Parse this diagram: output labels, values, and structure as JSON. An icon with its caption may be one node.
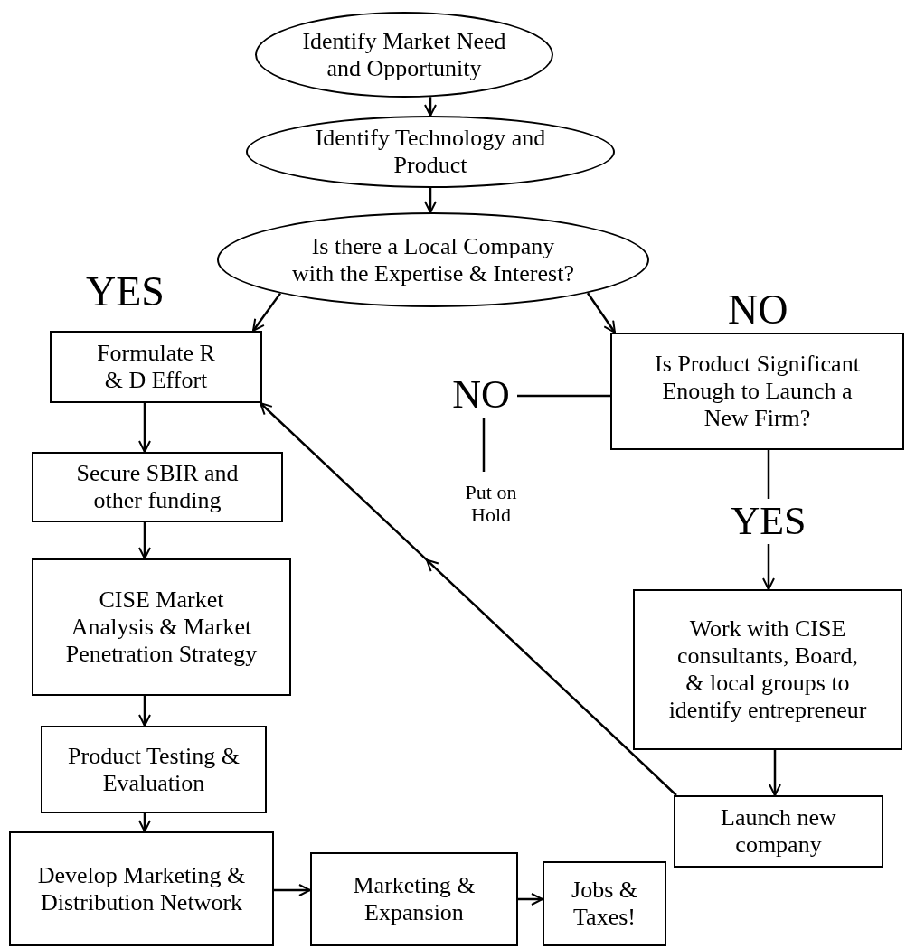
{
  "diagram": {
    "nodes": [
      {
        "text": [
          "Identify Market Need and Opportunity"
        ]
      },
      {
        "text": [
          "Identify Technology and Product"
        ]
      },
      {
        "text": [
          "Is there a Local Company with the Expertise & Interest?"
        ]
      },
      {
        "text": [
          "Formulate R & D Effort"
        ]
      },
      {
        "text": [
          "Is Product Significant Enough to Launch a New Firm?"
        ]
      },
      {
        "text": [
          "NO"
        ]
      },
      {
        "text": [
          "Put on Hold"
        ]
      },
      {
        "text": [
          "YES"
        ]
      },
      {
        "text": [
          "Work with CISE consultants, Board, & local groups to identify entrepreneur"
        ]
      },
      {
        "text": [
          "Launch new company"
        ]
      },
      {
        "text": [
          "Secure SBIR and other funding"
        ]
      },
      {
        "text": [
          "CISE Market Analysis & Market Penetration Strategy"
        ]
      },
      {
        "text": [
          "Product Testing & Evaluation"
        ]
      },
      {
        "text": [
          "Develop Marketing & Distribution Network"
        ]
      },
      {
        "text": [
          "Marketing & Expansion"
        ]
      },
      {
        "text": [
          "Jobs & Taxes!"
        ]
      }
    ],
    "edges": [
      {
        "from": 0,
        "to": 1,
        "arrow": "to"
      },
      {
        "from": 1,
        "to": 2,
        "arrow": "to"
      },
      {
        "from": 2,
        "to": 3,
        "arrow": "to"
      },
      {
        "from": 2,
        "to": 4,
        "arrow": "to"
      },
      {
        "from": 3,
        "to": 10,
        "arrow": "to"
      },
      {
        "from": 10,
        "to": 11,
        "arrow": "to"
      },
      {
        "from": 11,
        "to": 12,
        "arrow": "to"
      },
      {
        "from": 12,
        "to": 13,
        "arrow": "to"
      },
      {
        "from": 13,
        "to": 14,
        "arrow": "to"
      },
      {
        "from": 14,
        "to": 15,
        "arrow": "to"
      },
      {
        "from": 4,
        "to": 5,
        "arrow": "none"
      },
      {
        "from": 5,
        "to": 6,
        "arrow": "none"
      },
      {
        "from": 4,
        "to": 7,
        "arrow": "none"
      },
      {
        "from": 7,
        "to": 8,
        "arrow": "to"
      },
      {
        "from": 8,
        "to": 9,
        "arrow": "to"
      },
      {
        "from": 9,
        "to": 3,
        "arrow": "to"
      }
    ],
    "labels": [
      "YES",
      "NO"
    ]
  }
}
